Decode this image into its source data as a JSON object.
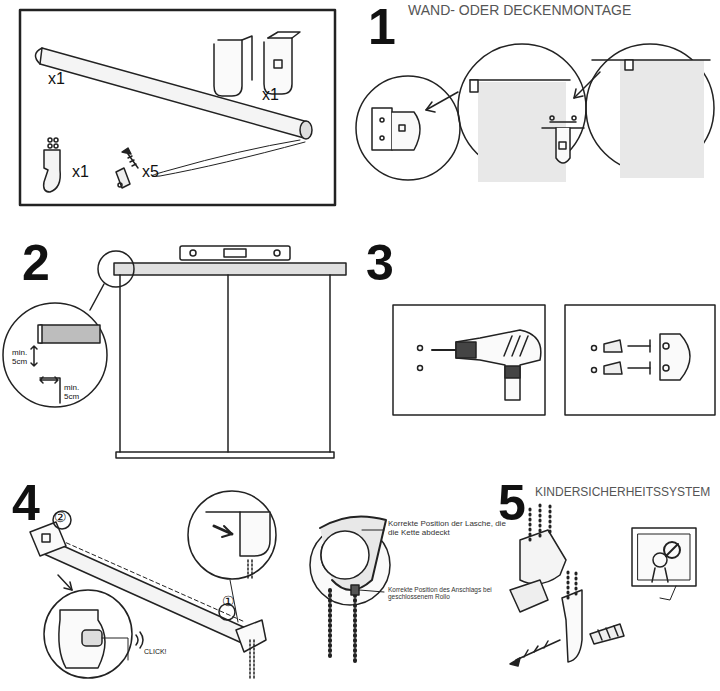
{
  "diagram": {
    "labels": [
      "WAND- ODER DECKENMONTAGE",
      "1",
      "x1",
      "x1",
      "x1",
      "x5",
      "2",
      "min. 5cm",
      "min. 5cm",
      "3",
      "4",
      "②",
      "①",
      "CLICK!",
      "Korrekte Position der Lasche, die die Kette abdeckt",
      "Korrekte Position des Anschlags bei geschlossenem Rollo",
      "5",
      "KINDERSICHERHEITSSYSTEM"
    ]
  }
}
